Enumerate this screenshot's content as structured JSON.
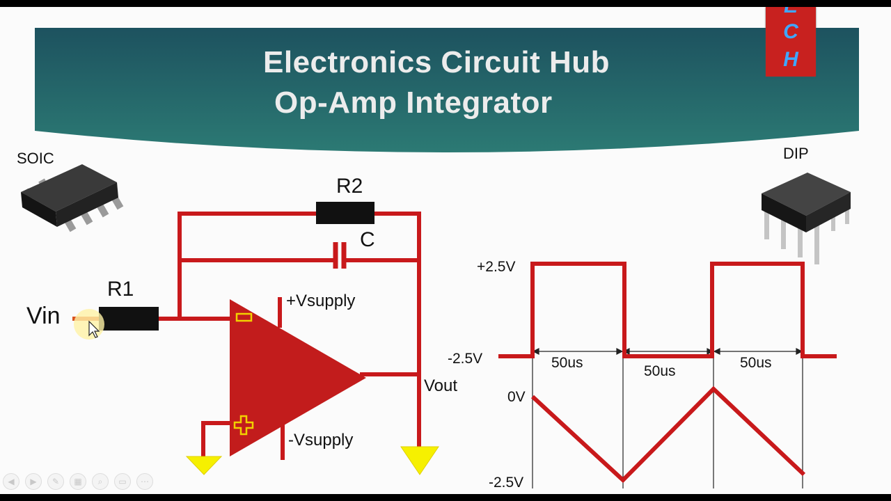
{
  "slide": {
    "title_line1": "Electronics Circuit Hub",
    "title_line2": "Op-Amp Integrator",
    "logo_letters": [
      "E",
      "C",
      "H"
    ]
  },
  "packages": {
    "soic": "SOIC",
    "dip": "DIP"
  },
  "circuit": {
    "r1": "R1",
    "r2": "R2",
    "c": "C",
    "vin": "Vin",
    "vout": "Vout",
    "vplus": "+Vsupply",
    "vminus": "-Vsupply",
    "minus_sign": "−",
    "plus_sign": "+"
  },
  "waveform": {
    "square_high": "+2.5V",
    "square_low": "-2.5V",
    "tri_high": "0V",
    "tri_low": "-2.5V",
    "intervals": [
      "50us",
      "50us",
      "50us"
    ]
  },
  "colors": {
    "wire": "#c8191b",
    "banner": "#1f5a63",
    "ground": "#f6f000",
    "logo": "#c8211f"
  },
  "toolbar_icons": [
    "prev-icon",
    "next-icon",
    "pen-icon",
    "slides-icon",
    "zoom-icon",
    "subtitle-icon",
    "more-icon"
  ]
}
